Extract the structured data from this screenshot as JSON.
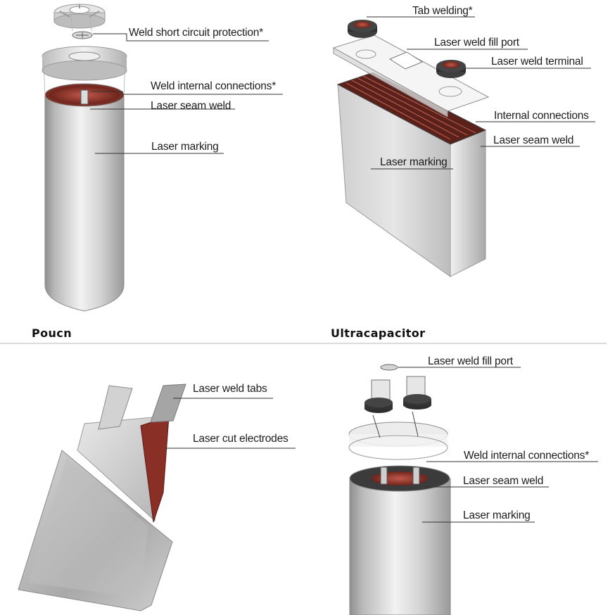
{
  "sections": {
    "pouch": "Poucn",
    "ultracapacitor": "Ultracapacitor"
  },
  "cylindrical": {
    "labels": {
      "short_circuit": "Weld short circuit protection*",
      "internal": "Weld internal connections*",
      "seam": "Laser seam weld",
      "marking": "Laser marking"
    }
  },
  "prismatic": {
    "labels": {
      "tab": "Tab welding*",
      "fill_port": "Laser weld fill port",
      "terminal": "Laser weld terminal",
      "internal": "Internal connections",
      "seam": "Laser seam weld",
      "marking": "Laser marking"
    }
  },
  "pouch_cell": {
    "labels": {
      "tabs": "Laser weld tabs",
      "electrodes": "Laser cut electrodes"
    }
  },
  "ultracap": {
    "labels": {
      "fill_port": "Laser weld fill port",
      "internal": "Weld internal connections*",
      "seam": "Laser seam weld",
      "marking": "Laser marking"
    }
  },
  "colors": {
    "metal_light": "#eeeeee",
    "metal_dark": "#8e8e8e",
    "copper": "#9c3c30",
    "leader_line": "#333333"
  }
}
